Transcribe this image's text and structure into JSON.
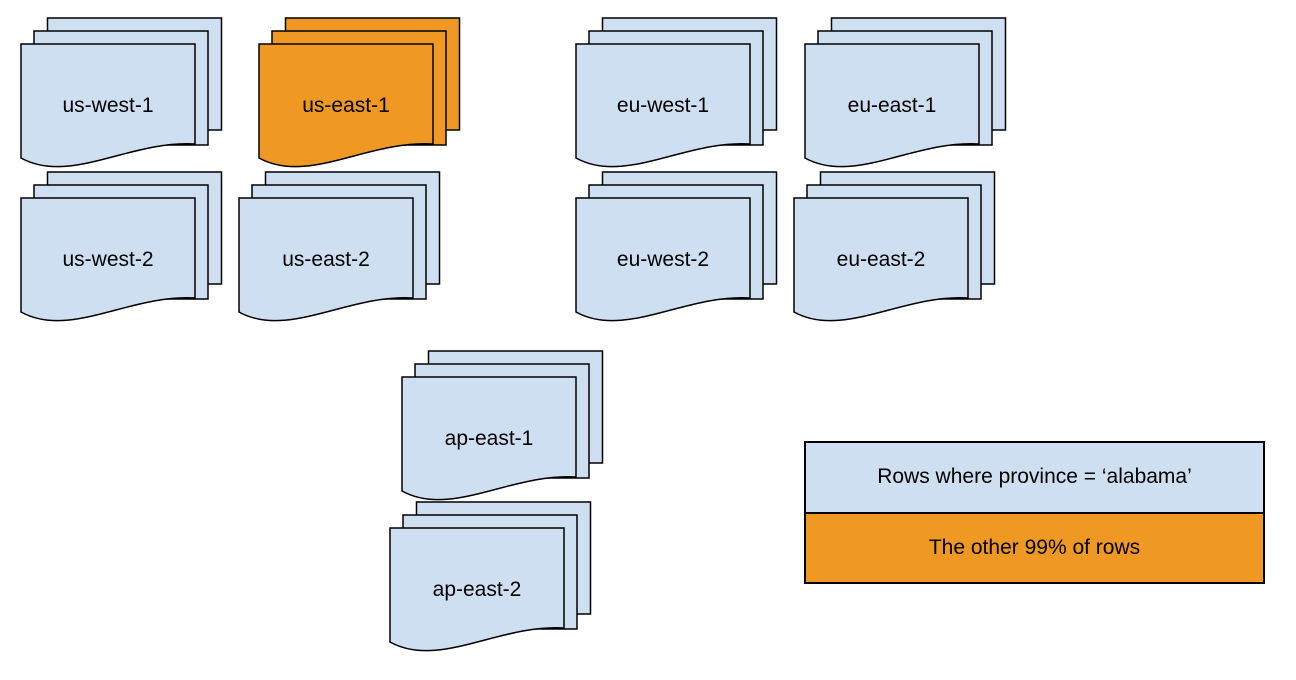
{
  "colors": {
    "doc_blue": "#cedff1",
    "doc_orange": "#ef9823",
    "stroke": "#000000"
  },
  "stacks": [
    {
      "id": "us-west-1",
      "label": "us-west-1",
      "variant": "blue"
    },
    {
      "id": "us-east-1",
      "label": "us-east-1",
      "variant": "orange"
    },
    {
      "id": "eu-west-1",
      "label": "eu-west-1",
      "variant": "blue"
    },
    {
      "id": "eu-east-1",
      "label": "eu-east-1",
      "variant": "blue"
    },
    {
      "id": "us-west-2",
      "label": "us-west-2",
      "variant": "blue"
    },
    {
      "id": "us-east-2",
      "label": "us-east-2",
      "variant": "blue"
    },
    {
      "id": "eu-west-2",
      "label": "eu-west-2",
      "variant": "blue"
    },
    {
      "id": "eu-east-2",
      "label": "eu-east-2",
      "variant": "blue"
    },
    {
      "id": "ap-east-1",
      "label": "ap-east-1",
      "variant": "blue"
    },
    {
      "id": "ap-east-2",
      "label": "ap-east-2",
      "variant": "blue"
    }
  ],
  "legend": {
    "items": [
      {
        "label": "Rows where province = ‘alabama’",
        "color": "#cedff1"
      },
      {
        "label": "The other 99% of rows",
        "color": "#ef9823"
      }
    ]
  }
}
